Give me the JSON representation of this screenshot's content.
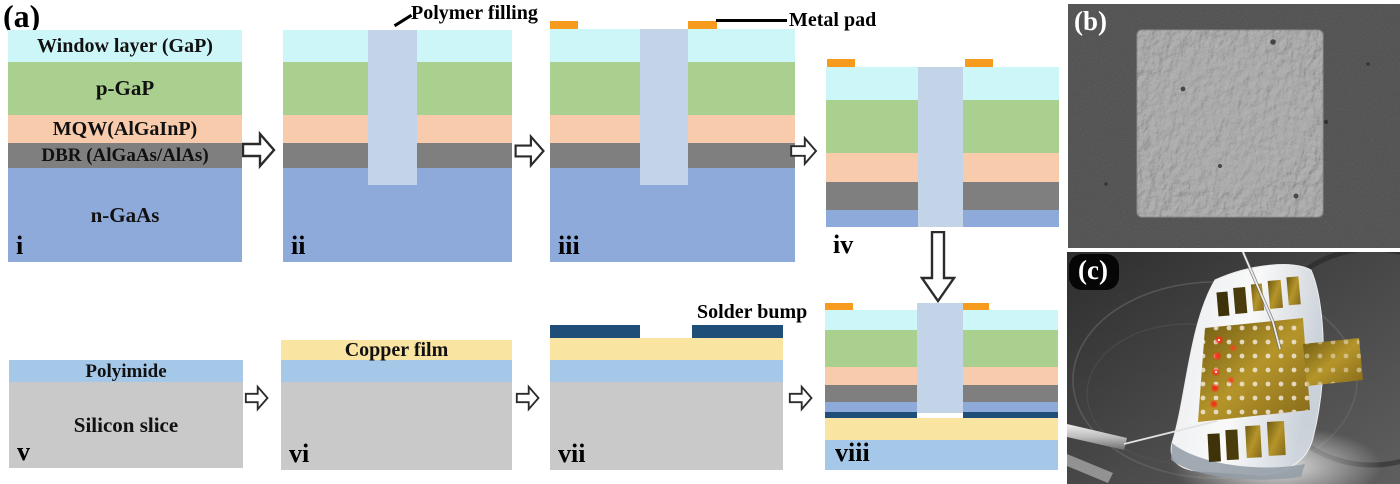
{
  "panels": {
    "a": "(a)",
    "b": "(b)",
    "c": "(c)"
  },
  "annotations": {
    "polymer_filling": "Polymer filling",
    "metal_pad": "Metal pad",
    "solder_bump": "Solder bump"
  },
  "layers": {
    "window": "Window layer (GaP)",
    "p_gap": "p-GaP",
    "mqw": "MQW(AlGaInP)",
    "dbr": "DBR (AlGaAs/AlAs)",
    "n_gaas": "n-GaAs",
    "polyimide": "Polyimide",
    "silicon": "Silicon slice",
    "copper": "Copper film"
  },
  "steps": {
    "i": "i",
    "ii": "ii",
    "iii": "iii",
    "iv": "iv",
    "v": "v",
    "vi": "vi",
    "vii": "vii",
    "viii": "viii"
  },
  "colors": {
    "window": "#cdf6f9",
    "p_gap": "#a9d08e",
    "mqw": "#f8cbad",
    "dbr": "#7f7f7f",
    "n_gaas": "#8eaadb",
    "polymer": "#c3d3e8",
    "polyimide": "#a5c8e9",
    "copper": "#fae4a2",
    "silicon": "#c9c9c9",
    "solder": "#1f4e79",
    "metal_pad": "#f79b1e"
  }
}
